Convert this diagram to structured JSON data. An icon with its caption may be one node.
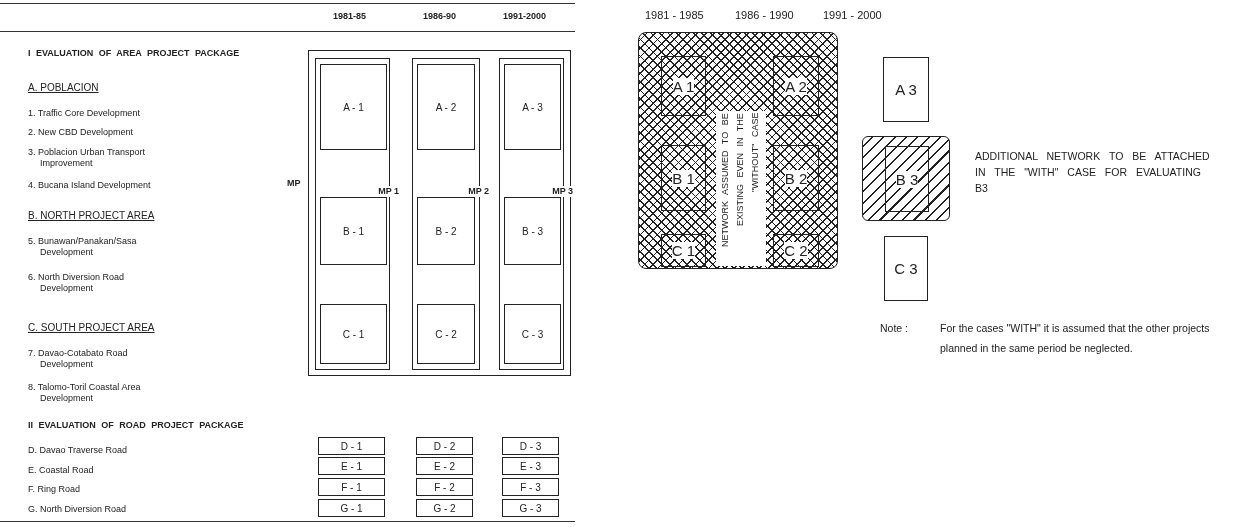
{
  "diagram": {
    "nodes": [
      {
        "text": [
          "MP"
        ]
      },
      {
        "text": [
          "MP 1"
        ],
        "in": 0
      },
      {
        "text": [
          "A - 1"
        ],
        "in": 1
      },
      {
        "text": [
          "B - 1"
        ],
        "in": 1
      },
      {
        "text": [
          "C - 1"
        ],
        "in": 1
      },
      {
        "text": [
          "MP 2"
        ],
        "in": 0
      },
      {
        "text": [
          "A - 2"
        ],
        "in": 5
      },
      {
        "text": [
          "B - 2"
        ],
        "in": 5
      },
      {
        "text": [
          "C - 2"
        ],
        "in": 5
      },
      {
        "text": [
          "MP 3"
        ],
        "in": 0
      },
      {
        "text": [
          "A - 3"
        ],
        "in": 9
      },
      {
        "text": [
          "B - 3"
        ],
        "in": 9
      },
      {
        "text": [
          "C - 3"
        ],
        "in": 9
      },
      {
        "text": [
          "D - 1"
        ]
      },
      {
        "text": [
          "D - 2"
        ]
      },
      {
        "text": [
          "D - 3"
        ]
      },
      {
        "text": [
          "E - 1"
        ]
      },
      {
        "text": [
          "E - 2"
        ]
      },
      {
        "text": [
          "E - 3"
        ]
      },
      {
        "text": [
          "F - 1"
        ]
      },
      {
        "text": [
          "F - 2"
        ]
      },
      {
        "text": [
          "F - 3"
        ]
      },
      {
        "text": [
          "G - 1"
        ]
      },
      {
        "text": [
          "G - 2"
        ]
      },
      {
        "text": [
          "G - 3"
        ]
      },
      {
        "text": [
          "NETWORK ASSUMED TO BE EXISTING EVEN IN THE \"WITHOUT\" CASE"
        ]
      },
      {
        "text": [
          "A 1"
        ],
        "in": 25
      },
      {
        "text": [
          "A 2"
        ],
        "in": 25
      },
      {
        "text": [
          "B 1"
        ],
        "in": 25
      },
      {
        "text": [
          "B 2"
        ],
        "in": 25
      },
      {
        "text": [
          "C 1"
        ],
        "in": 25
      },
      {
        "text": [
          "C 2"
        ],
        "in": 25
      },
      {
        "text": [
          "A 3"
        ]
      },
      {
        "text": [],
        "shape": "box",
        "beside": [
          "ADDITIONAL NETWORK TO BE ATTACHED IN THE \"WITH\" CASE FOR EVALUATING B3"
        ]
      },
      {
        "text": [
          "B 3"
        ],
        "in": 33
      },
      {
        "text": [
          "C 3"
        ]
      }
    ],
    "labels": [
      "1981-85",
      "1986-90",
      "1991-2000",
      "I EVALUATION OF AREA PROJECT PACKAGE",
      "A. POBLACION",
      "1. Traffic Core Development",
      "2. New CBD Development",
      "3. Poblacion Urban Transport Improvement",
      "4. Bucana Island Development",
      "B. NORTH PROJECT AREA",
      "5. Bunawan/Panakan/Sasa Development",
      "6. North Diversion Road Development",
      "C. SOUTH PROJECT AREA",
      "7. Davao-Cotabato Road Development",
      "8. Talomo-Toril Coastal Area Development",
      "II EVALUATION OF ROAD PROJECT PACKAGE",
      "D. Davao Traverse Road",
      "E. Coastal Road",
      "F. Ring Road",
      "G. North Diversion Road",
      "1981 - 1985",
      "1986 - 1990",
      "1991 - 2000",
      "Note :",
      "For the cases \"WITH\" it is assumed that the other projects planned in the same period be neglected."
    ]
  }
}
